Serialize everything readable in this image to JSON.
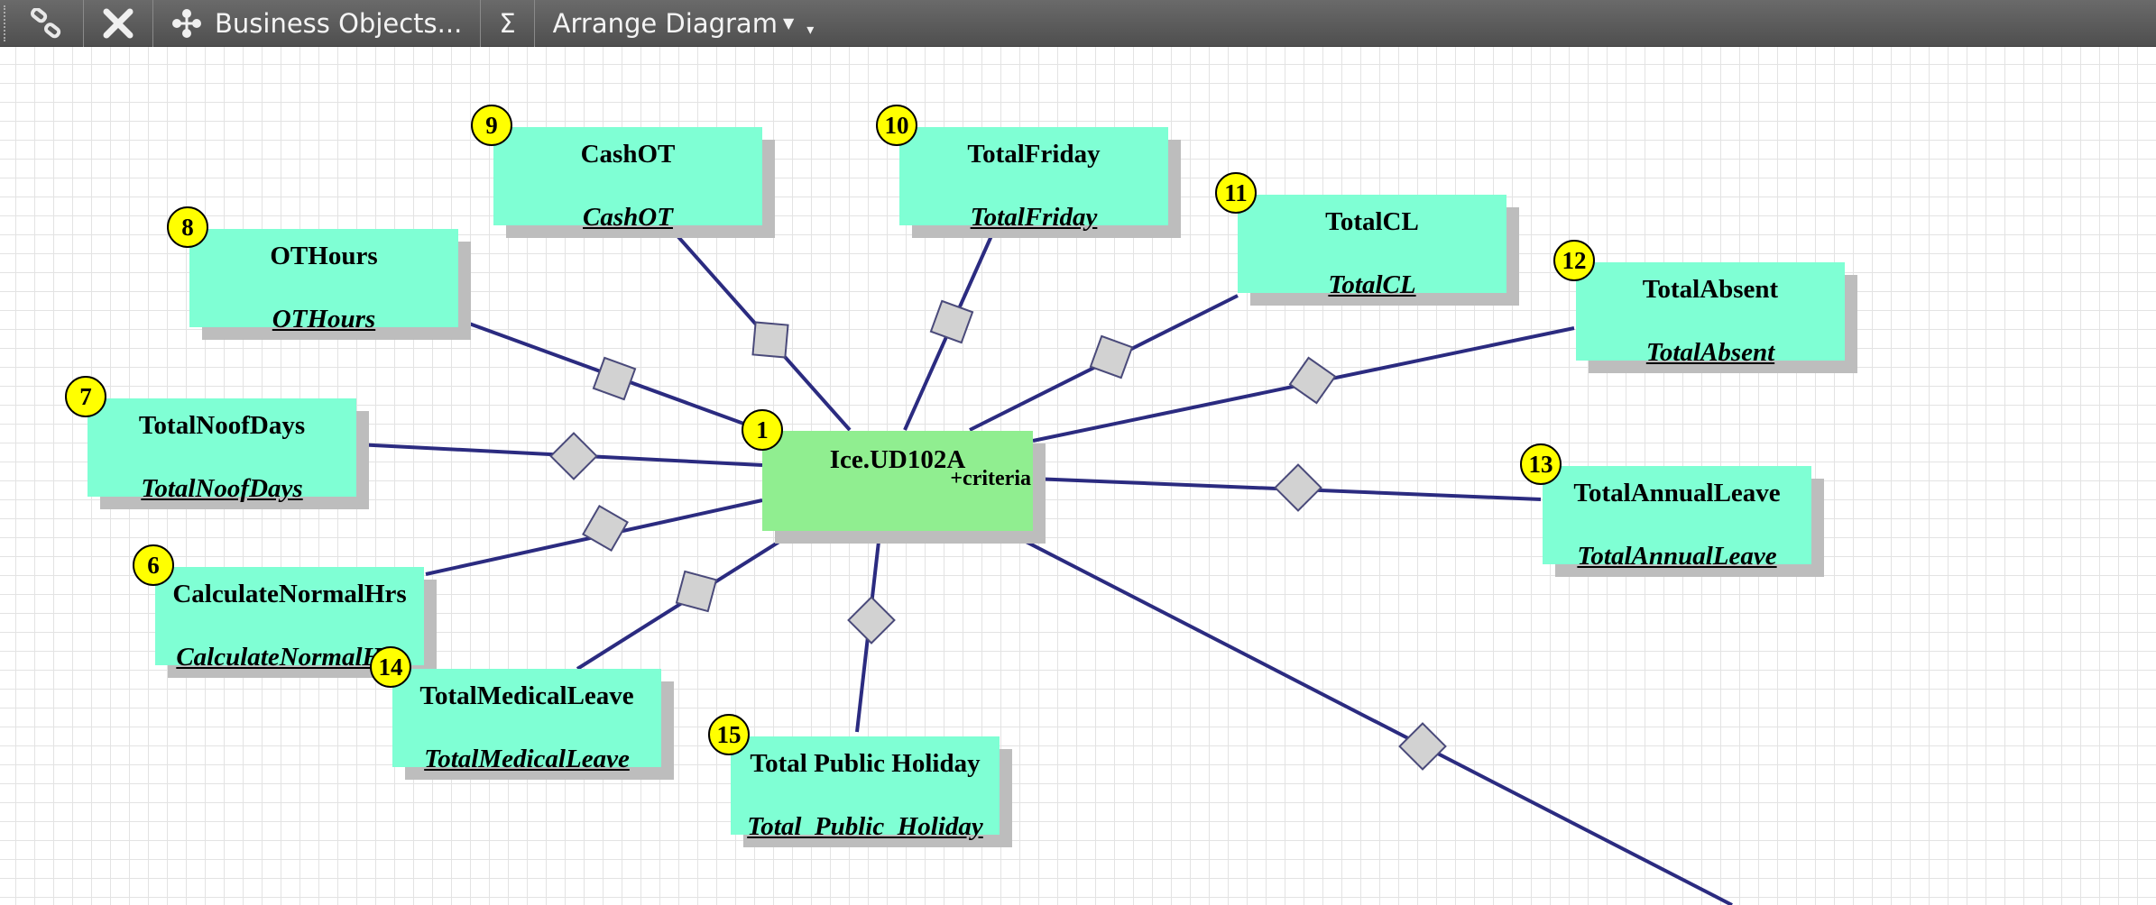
{
  "toolbar": {
    "business_objects_label": "Business Objects...",
    "sum_symbol": "Σ",
    "arrange_label": "Arrange Diagram"
  },
  "center": {
    "name": "Ice.UD102A",
    "criteria": "+criteria",
    "badge": "1"
  },
  "nodes": [
    {
      "name": "TotalNoofDays",
      "sub": "TotalNoofDays",
      "badge": "7"
    },
    {
      "name": "OTHours",
      "sub": "OTHours",
      "badge": "8"
    },
    {
      "name": "CashOT",
      "sub": "CashOT",
      "badge": "9"
    },
    {
      "name": "TotalFriday",
      "sub": "TotalFriday",
      "badge": "10"
    },
    {
      "name": "TotalCL",
      "sub": "TotalCL",
      "badge": "11"
    },
    {
      "name": "TotalAbsent",
      "sub": "TotalAbsent",
      "badge": "12"
    },
    {
      "name": "TotalAnnualLeave",
      "sub": "TotalAnnualLeave",
      "badge": "13"
    },
    {
      "name": "CalculateNormalHrs",
      "sub": "CalculateNormalHrs",
      "badge": "6"
    },
    {
      "name": "TotalMedicalLeave",
      "sub": "TotalMedicalLeave",
      "badge": "14"
    },
    {
      "name": "Total Public Holiday",
      "sub": "Total_Public_Holiday",
      "badge": "15"
    }
  ],
  "colors": {
    "node_fill": "#7fffd4",
    "center_fill": "#90ee90",
    "connector": "#2b2b80",
    "badge_fill": "#ffff00"
  }
}
